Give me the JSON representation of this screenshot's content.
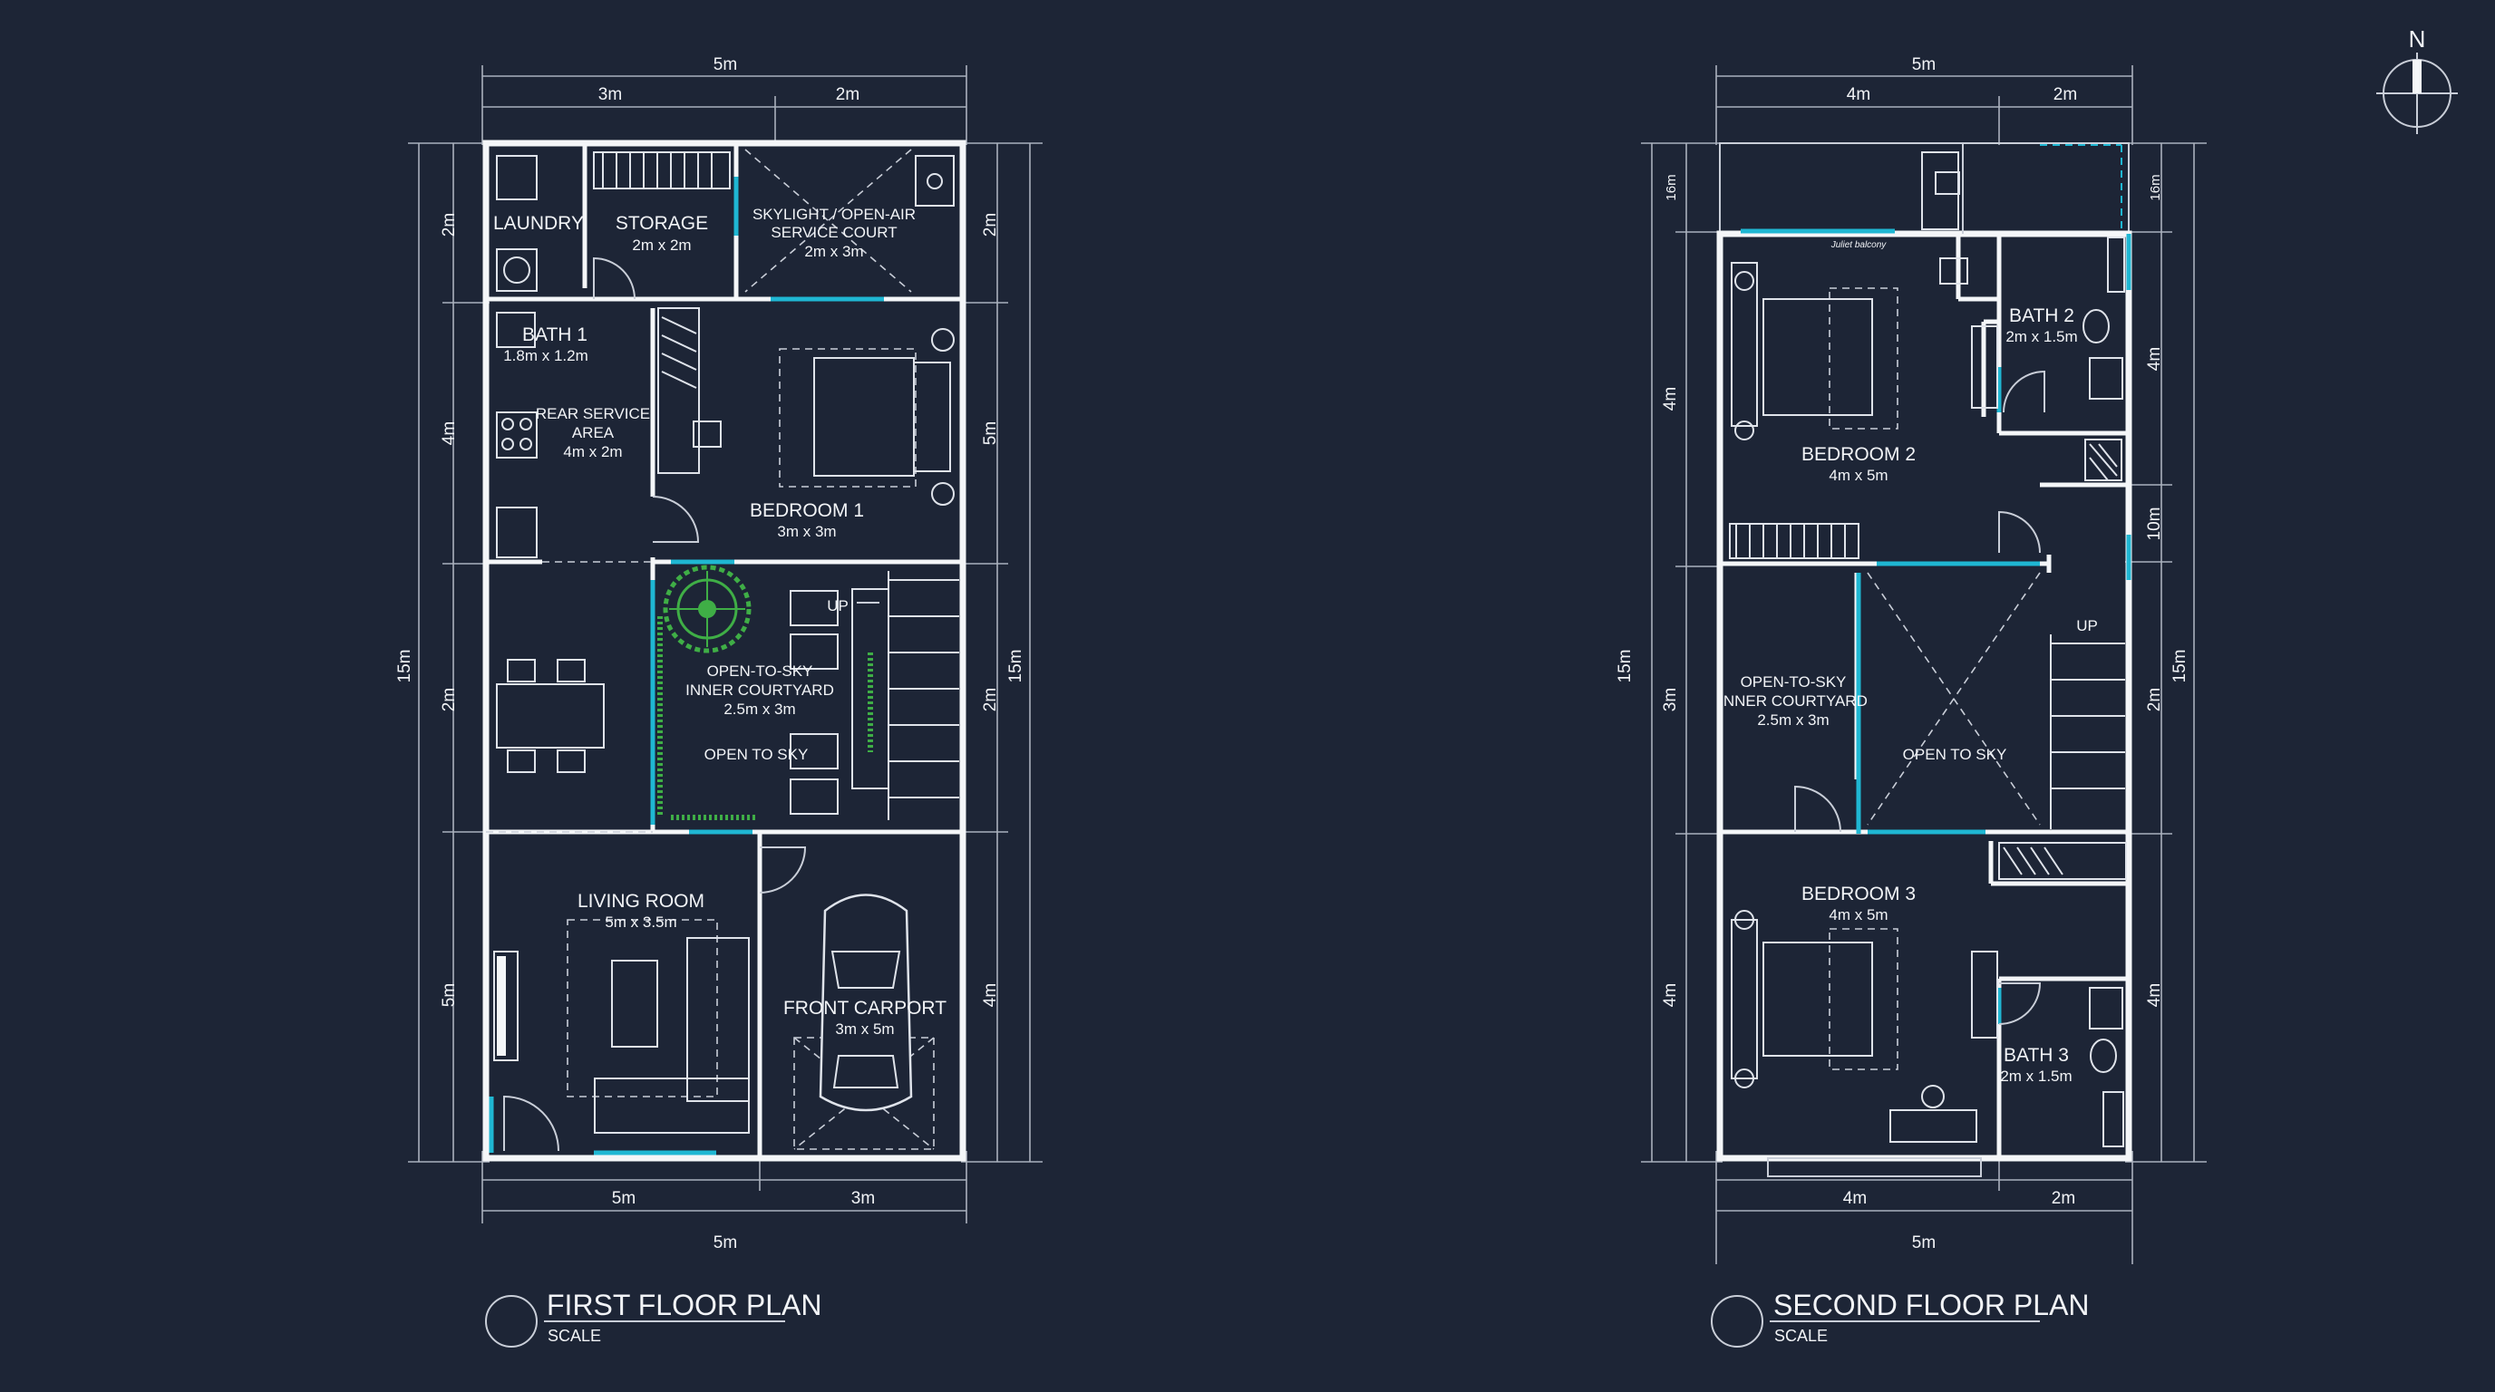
{
  "compass": {
    "north_label": "N"
  },
  "first_floor": {
    "title": "FIRST FLOOR PLAN",
    "scale_label": "SCALE",
    "dims": {
      "top_total": "5m",
      "top_left": "3m",
      "top_right": "2m",
      "bottom_total": "5m",
      "bottom_left": "5m",
      "bottom_right": "3m",
      "left_total": "15m",
      "left_1": "2m",
      "left_2": "4m",
      "left_3": "2m",
      "left_4": "5m",
      "right_total": "15m",
      "right_1": "2m",
      "right_2": "5m",
      "right_3": "2m",
      "right_4": "4m"
    },
    "rooms": {
      "laundry": "LAUNDRY",
      "storage": "STORAGE",
      "storage_size": "2m x 2m",
      "skylight_1": "SKYLIGHT / OPEN-AIR",
      "skylight_2": "SERVICE COURT",
      "skylight_size": "2m x 3m",
      "bath1": "BATH 1",
      "bath1_size": "1.8m x 1.2m",
      "rear_1": "REAR SERVICE",
      "rear_2": "AREA",
      "rear_size": "4m x 2m",
      "bedroom1": "BEDROOM 1",
      "bedroom1_size": "3m x 3m",
      "up": "UP",
      "court_1": "OPEN-TO-SKY",
      "court_2": "INNER COURTYARD",
      "court_size": "2.5m x 3m",
      "open_sky": "OPEN TO SKY",
      "living": "LIVING ROOM",
      "living_size": "5m x 3.5m",
      "carport": "FRONT CARPORT",
      "carport_size": "3m x 5m"
    }
  },
  "second_floor": {
    "title": "SECOND FLOOR PLAN",
    "scale_label": "SCALE",
    "dims": {
      "top_total": "5m",
      "top_left": "4m",
      "top_right": "2m",
      "bottom_total": "5m",
      "bottom_left": "4m",
      "bottom_right": "2m",
      "left_total": "15m",
      "left_1": "16m",
      "left_2": "4m",
      "left_3": "3m",
      "left_4": "4m",
      "right_total": "15m",
      "right_1": "16m",
      "right_2": "4m",
      "right_3": "10m",
      "right_4": "2m",
      "right_5": "4m"
    },
    "rooms": {
      "juliet": "Juliet balcony",
      "bath2": "BATH 2",
      "bath2_size": "2m x 1.5m",
      "bedroom2": "BEDROOM 2",
      "bedroom2_size": "4m x 5m",
      "court_1": "OPEN-TO-SKY",
      "court_2": "INNER COURTYARD",
      "court_size": "2.5m x 3m",
      "open_sky": "OPEN TO SKY",
      "up": "UP",
      "bedroom3": "BEDROOM 3",
      "bedroom3_size": "4m x 5m",
      "bath3": "BATH 3",
      "bath3_size": "2m x 1.5m"
    }
  }
}
